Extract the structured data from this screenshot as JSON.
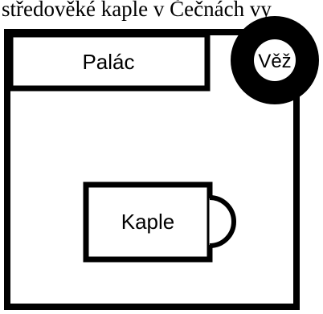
{
  "diagram": {
    "caption": "středověké kaple v Čečnách vy",
    "labels": {
      "palace": "Palác",
      "tower": "Věž",
      "chapel": "Kaple"
    },
    "colors": {
      "stroke": "#000000",
      "fill": "#ffffff",
      "tower_ring": "#000000"
    }
  }
}
